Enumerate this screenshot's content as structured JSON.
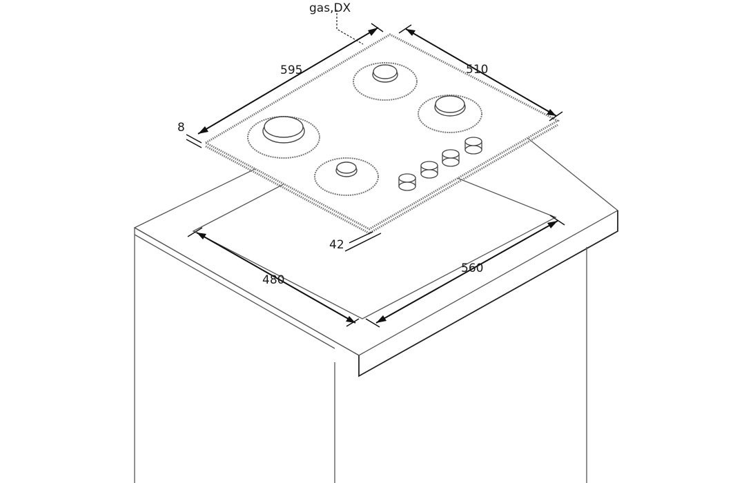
{
  "diagram": {
    "subject": "Built-in gas hob installation dimensions",
    "units": "mm",
    "callout": {
      "label": "gas,DX",
      "meaning": "gas connection, right side"
    },
    "dimensions": {
      "hob_width": "595",
      "hob_depth": "510",
      "hob_thickness": "8",
      "installation_height": "42",
      "cutout_depth": "480",
      "cutout_width": "560"
    },
    "components": {
      "burners": 4,
      "control_knobs": 4
    },
    "colors": {
      "line": "#555555",
      "dimension": "#111111",
      "background": "#ffffff"
    }
  }
}
